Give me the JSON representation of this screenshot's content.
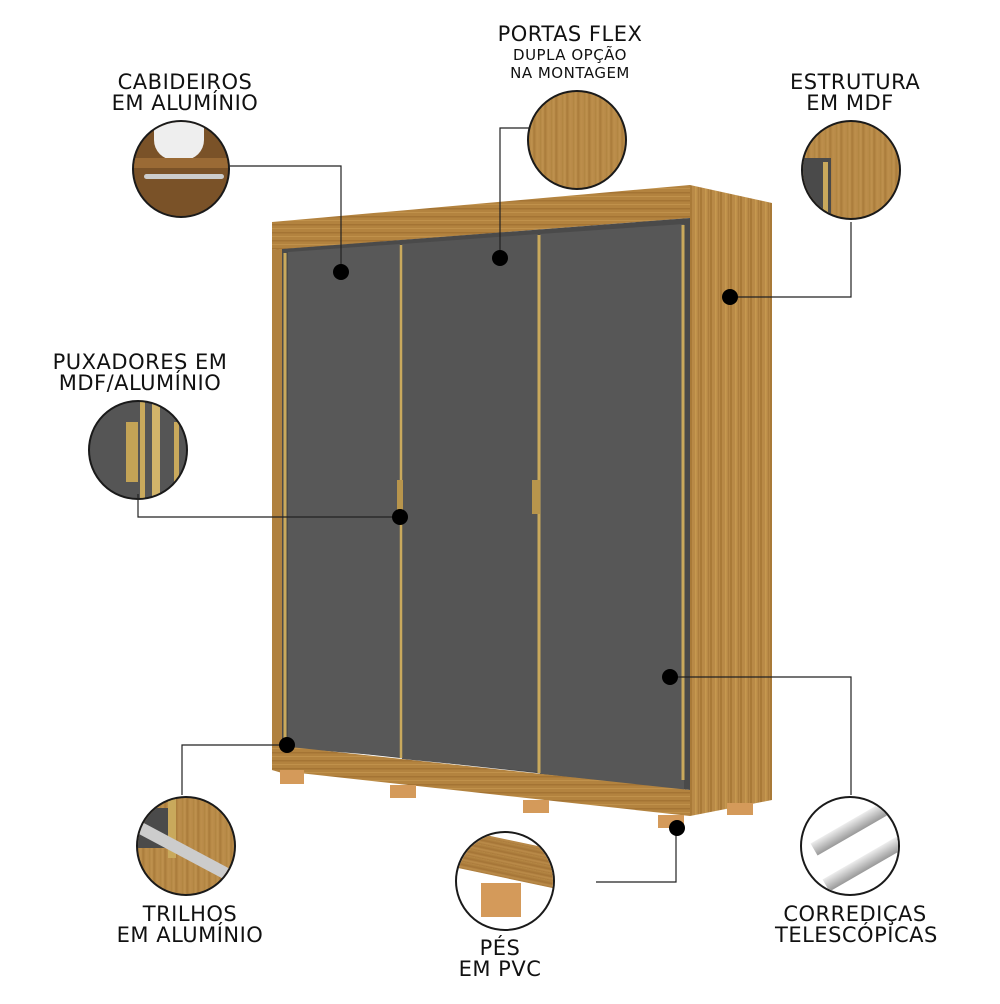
{
  "features": {
    "cabideiros": {
      "lines": [
        "CABIDEIROS",
        "EM ALUMÍNIO"
      ],
      "icon": "hanger-rail-closeup"
    },
    "portas_flex": {
      "title": "PORTAS FLEX",
      "sub": [
        "DUPLA OPÇÃO",
        "NA MONTAGEM"
      ],
      "icon": "wood-door-closeup"
    },
    "estrutura": {
      "lines": [
        "ESTRUTURA",
        "EM MDF"
      ],
      "icon": "mdf-corner-closeup"
    },
    "puxadores": {
      "lines": [
        "PUXADORES EM",
        "MDF/ALUMÍNIO"
      ],
      "icon": "handle-closeup"
    },
    "trilhos": {
      "lines": [
        "TRILHOS",
        "EM ALUMÍNIO"
      ],
      "icon": "rail-closeup"
    },
    "pes": {
      "lines": [
        "PÉS",
        "EM PVC"
      ],
      "icon": "foot-closeup"
    },
    "corredicas": {
      "lines": [
        "CORREDIÇAS",
        "TELESCÓPICAS"
      ],
      "icon": "telescopic-slide-closeup"
    }
  },
  "colors": {
    "wood": "#b5874a",
    "panel": "#555555",
    "gold": "#c9a95c",
    "line": "#222222"
  }
}
